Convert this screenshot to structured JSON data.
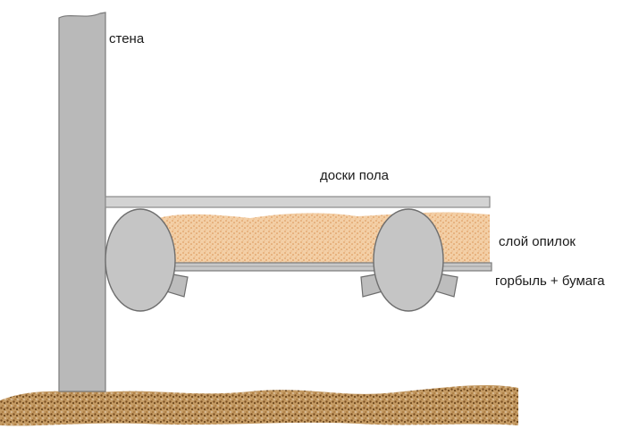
{
  "labels": {
    "wall": "стена",
    "floor_boards": "доски пола",
    "sawdust_layer": "слой опилок",
    "slab_paper": "горбыль + бумага"
  },
  "colors": {
    "wall": "#b9b9b9",
    "wall_stroke": "#7a7a7a",
    "board": "#d3d3d3",
    "board_stroke": "#8a8a8a",
    "log": "#c5c5c5",
    "log_stroke": "#6e6e6e",
    "sawdust": "#e8b27e",
    "soil": "#8b5e2c",
    "text": "#1a1a1a"
  },
  "icons": {
    "log": "circle-log-icon",
    "bracket": "support-block-icon"
  }
}
